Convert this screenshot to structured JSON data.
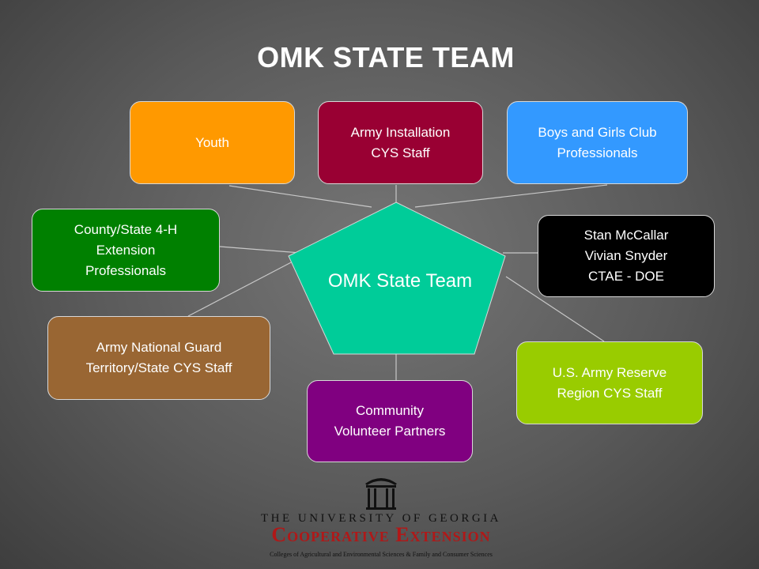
{
  "title": "OMK STATE TEAM",
  "center": {
    "label": "OMK State Team",
    "color": "#00cc99"
  },
  "nodes": {
    "youth": {
      "label": "Youth",
      "color": "#ff9900"
    },
    "army_installation": {
      "label": "Army Installation\nCYS Staff",
      "color": "#990033"
    },
    "boys_girls_club": {
      "label": "Boys and Girls Club\nProfessionals",
      "color": "#3399ff"
    },
    "county_state_4h": {
      "label": "County/State 4-H\nExtension\nProfessionals",
      "color": "#008000"
    },
    "stan_mccallar": {
      "label": "Stan McCallar\nVivian Snyder\nCTAE - DOE",
      "color": "#000000"
    },
    "army_national_guard": {
      "label": "Army National Guard\nTerritory/State CYS Staff",
      "color": "#996633"
    },
    "army_reserve": {
      "label": "U.S. Army Reserve\nRegion CYS Staff",
      "color": "#99cc00"
    },
    "community": {
      "label": "Community\nVolunteer Partners",
      "color": "#800080"
    }
  },
  "logo": {
    "university": "THE UNIVERSITY OF GEORGIA",
    "name": "Cooperative Extension",
    "colleges": "Colleges of Agricultural and Environmental Sciences & Family and Consumer Sciences"
  }
}
